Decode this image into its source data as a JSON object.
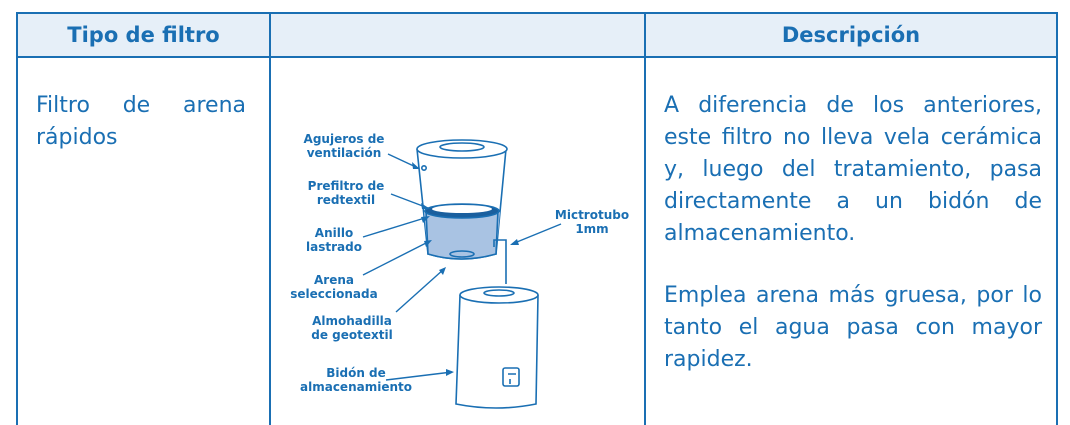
{
  "table": {
    "headers": [
      "Tipo de filtro",
      "",
      "Descripción"
    ],
    "filter_type": "Filtro de arena rápidos",
    "description": [
      "A diferencia de los anteriores, este filtro no lleva vela cerámica y, luego del tratamiento, pasa directamente a un bidón de almacenamiento.",
      "Emplea arena más gruesa, por lo tanto el agua pasa con mayor rapidez."
    ]
  },
  "diagram": {
    "labels": {
      "agujeros_l1": "Agujeros de",
      "agujeros_l2": "ventilación",
      "prefiltro_l1": "Prefiltro de",
      "prefiltro_l2": "redtextil",
      "anillo_l1": "Anillo",
      "anillo_l2": "lastrado",
      "arena_l1": "Arena",
      "arena_l2": "seleccionada",
      "almohadilla_l1": "Almohadilla",
      "almohadilla_l2": "de geotextil",
      "bidon_l1": "Bidón de",
      "bidon_l2": "almacenamiento",
      "microtubo_l1": "Mictrotubo",
      "microtubo_l2": "1mm"
    },
    "colors": {
      "line": "#1a6fb3",
      "sand_fill": "#a9c3e3",
      "ring_fill": "#1a5f9e"
    }
  }
}
